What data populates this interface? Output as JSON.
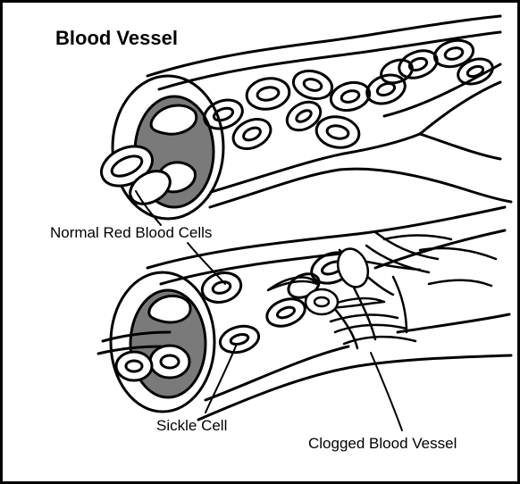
{
  "title": "Blood Vessel",
  "labels": {
    "normal_cells": "Normal Red Blood Cells",
    "sickle_cell": "Sickle Cell",
    "clogged_vessel": "Clogged Blood Vessel"
  },
  "colors": {
    "ink": "#000000",
    "lumen_shade": "#7a7a7a",
    "background": "#ffffff"
  }
}
